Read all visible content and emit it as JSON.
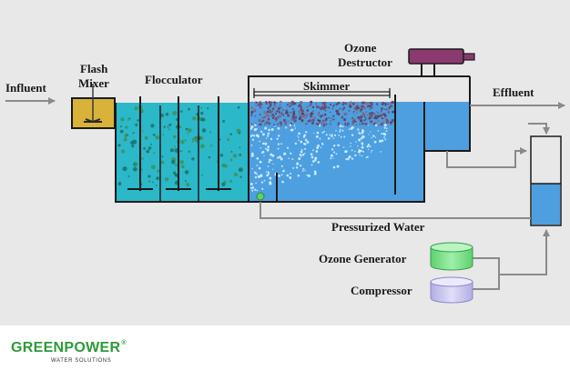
{
  "labels": {
    "influent": "Influent",
    "flash_line1": "Flash",
    "flash_line2": "Mixer",
    "flocculator": "Flocculator",
    "skimmer": "Skimmer",
    "ozone_line1": "Ozone",
    "ozone_line2": "Destructor",
    "effluent": "Effluent",
    "pressurized_water": "Pressurized Water",
    "ozone_generator": "Ozone Generator",
    "compressor": "Compressor"
  },
  "brand": {
    "name": "GREENPOWER",
    "registered": "®",
    "tagline": "WATER SOLUTIONS"
  },
  "colors": {
    "background": "#e8e8e8",
    "water_blue": "#4d9fe0",
    "floc_cyan": "#2bb8c8",
    "flash_yellow": "#d9b23a",
    "destructor_purple": "#8a3a6e",
    "generator_green": "#7fe08c",
    "compressor_lavender": "#c9c6ef",
    "brand_green": "#2e9a3a"
  }
}
